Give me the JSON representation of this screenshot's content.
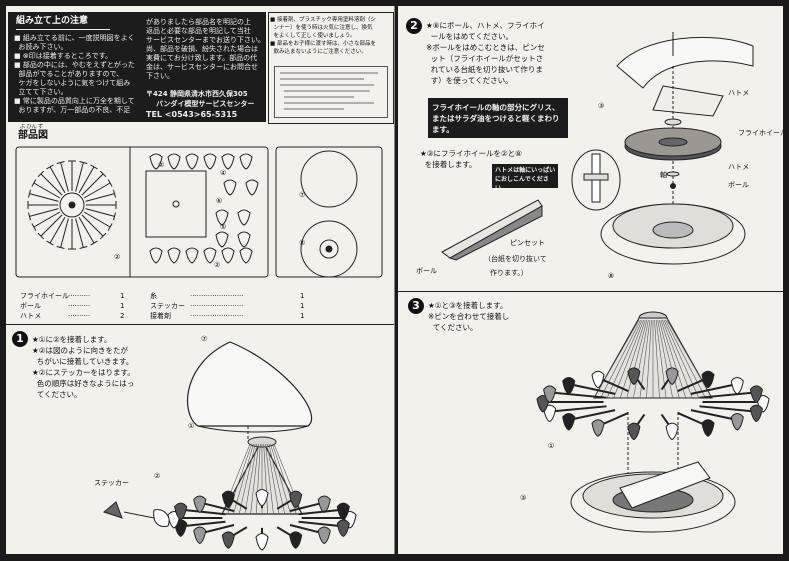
{
  "left_page": {
    "caution_title": "組み立て上の注意",
    "caution_lines": [
      "■ 組み立てる前に、一度説明図をよく",
      "  お読み下さい。",
      "■ ⊗印は接着するところです。",
      "■ 部品の中には、やむをえずとがった",
      "  部品がでることがありますので、",
      "  ケガをしないように気をつけて組み",
      "  立てて下さい。",
      "■ 常に製品の品質向上に万全を期して",
      "  おりますが、万一部品の不良、不足"
    ],
    "caution_lines_2": [
      "がありましたら部品名を明記の上",
      "返品と必要な部品を明記して当社",
      "サービスセンターまでお送り下さい。",
      "尚、部品を破損、紛失された場合は",
      "実費にてお分け致します。部品の代",
      "金は、サービスセンターにお問合せ",
      "下さい。"
    ],
    "address": "〒424 静岡県清水市西久保305",
    "company": "バンダイ模型サービスセンター",
    "tel": "TEL <0543>65-5315",
    "warning_lines": [
      "■ 接着剤、プラスチック専用塗料溶剤（シ",
      "  ンナー）を使う時は火気に注意し、換気",
      "  をよくして正しく使いましょう。",
      "■ 部品をお子様に渡す時は、小さな部品を",
      "  飲み込まないようにご注意ください。"
    ],
    "parts_title": "部品図",
    "parts_ruby": "ぶ ひん ず",
    "parts_list": [
      {
        "name": "フライホイール",
        "qty": "1"
      },
      {
        "name": "ボール",
        "qty": "1"
      },
      {
        "name": "ハトメ",
        "qty": "2"
      }
    ],
    "parts_list_2": [
      {
        "name": "糸",
        "qty": "1"
      },
      {
        "name": "ステッカー",
        "qty": "1"
      },
      {
        "name": "接着剤",
        "qty": "1"
      }
    ],
    "step1_number": "1",
    "step1_lines": [
      "★①に②を接着します。",
      "★②は図のように向きをたが",
      "  ちがいに接着していきます。",
      "★②にステッカーをはります。",
      "  色の順序は好きなようにはっ",
      "  てください。"
    ],
    "label_sticker": "ステッカー",
    "label_2": "②",
    "label_1": "①",
    "label_7": "⑦"
  },
  "right_page": {
    "step2_number": "2",
    "step2_lines": [
      "★⑧にボール、ハトメ、フライホイ",
      "  ールをはめてください。",
      "※ボールをはめこむときは、ピンセ",
      "  ット（フライホイールがセットさ",
      "  れている台紙を切り抜いて作りま",
      "  す）を使ってください。"
    ],
    "grease_note": "フライホイールの軸の部分にグリス、またはサラダ油をつけると軽くまわります。",
    "step2b_line_1": "★③にフライホイールを②と⑧",
    "step2b_line_2": "  を接着します。",
    "hatome_note": "ハトメは軸にいっぱいにおしこんでください。",
    "label_hatome": "ハトメ",
    "label_flywheel": "フライホイール",
    "label_shaft": "軸",
    "label_ball": "ボール",
    "label_pincette": "ピンセット",
    "pincette_note_1": "（台紙を切り抜いて",
    "pincette_note_2": "作ります。）",
    "label_3": "③",
    "label_8": "⑧",
    "step3_number": "3",
    "step3_lines": [
      "★①と③を接着します。",
      "※ピンを合わせて接着し",
      "  てください。"
    ],
    "label_1b": "①",
    "label_3b": "③"
  }
}
